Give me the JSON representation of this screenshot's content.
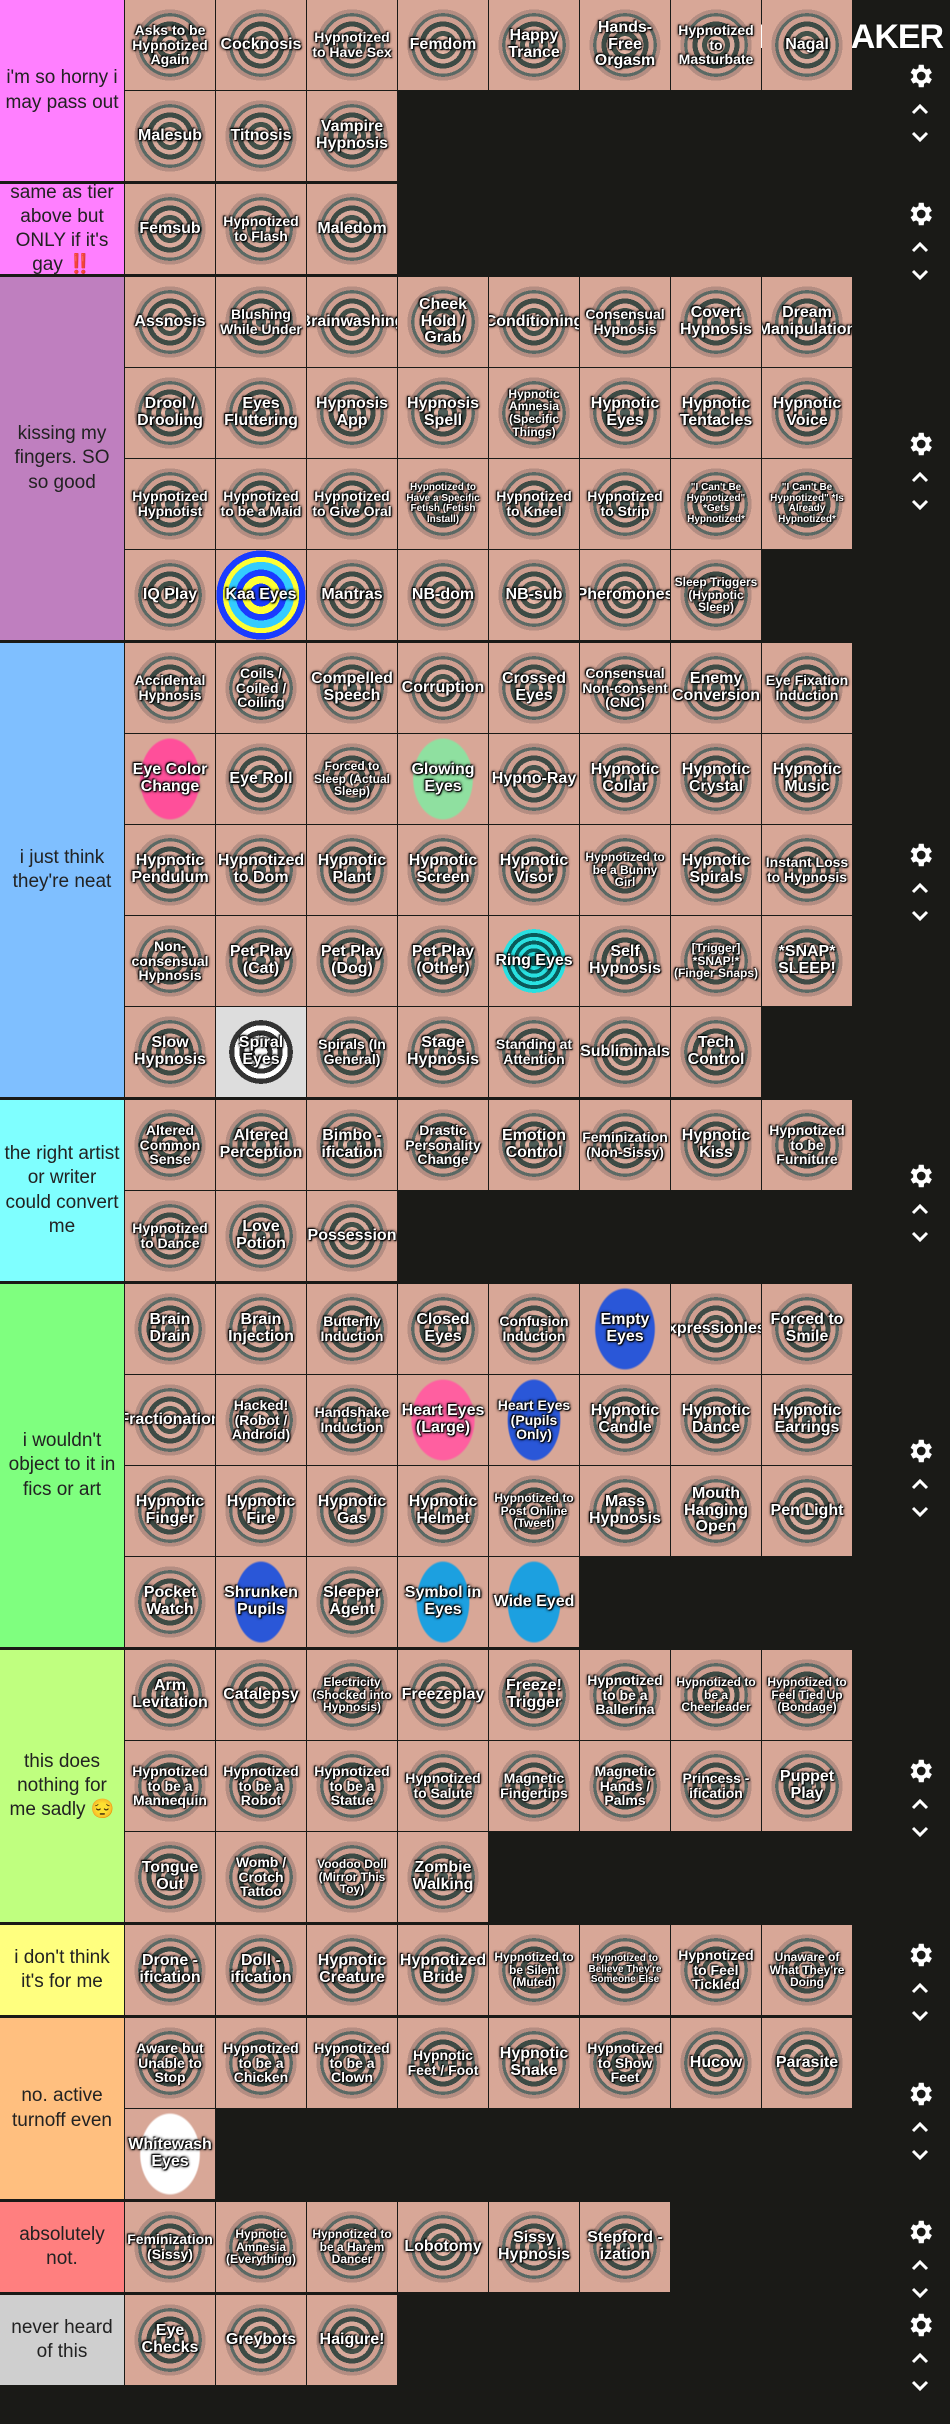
{
  "app": {
    "logo_text": "TIERMAKER"
  },
  "colors": {
    "background": "#1a1a17",
    "icon_white": "#ffffff",
    "tier_colors": [
      "#ff7fff",
      "#ff7fff",
      "#bf7fbf",
      "#7fbfff",
      "#7fffff",
      "#7fff7f",
      "#bfff7f",
      "#ffff7f",
      "#ffbf7f",
      "#ff7f7f",
      "#cfcfcf"
    ]
  },
  "icons": {
    "settings": "gear-icon",
    "move_up": "chevron-up-icon",
    "move_down": "chevron-down-icon"
  },
  "tiers": [
    {
      "label": "i'm so horny i may pass out",
      "color": "#ff7fff",
      "rows": 2,
      "items": [
        "Asks to be Hypnotized Again",
        "Cocknosis",
        "Hypnotized to Have Sex",
        "Femdom",
        "Happy Trance",
        "Hands-Free Orgasm",
        "Hypnotized to Masturbate",
        "Nagal",
        "Malesub",
        "Titnosis",
        "Vampire Hypnosis"
      ]
    },
    {
      "label": "same as tier above but ONLY if it's gay ‼️",
      "color": "#ff7fff",
      "rows": 1,
      "items": [
        "Femsub",
        "Hypnotized to Flash",
        "Maledom"
      ]
    },
    {
      "label": "kissing my fingers. SO so good",
      "color": "#bf7fbf",
      "rows": 4,
      "items": [
        "Assnosis",
        "Blushing While Under",
        "Brainwashing",
        "Cheek Hold / Grab",
        "Conditioning",
        "Consensual Hypnosis",
        "Covert Hypnosis",
        "Dream Manipulation",
        "Drool / Drooling",
        "Eyes Fluttering",
        "Hypnosis App",
        "Hypnosis Spell",
        "Hypnotic Amnesia (Specific Things)",
        "Hypnotic Eyes",
        "Hypnotic Tentacles",
        "Hypnotic Voice",
        "Hypnotized Hypnotist",
        "Hypnotized to be a Maid",
        "Hypnotized to Give Oral",
        "Hypnotized to Have a Specific Fetish (Fetish Install)",
        "Hypnotized to Kneel",
        "Hypnotized to Strip",
        "\"I Can't Be Hypnotized\" *Gets Hypnotized*",
        "\"I Can't Be Hypnotized\" *Is Already Hypnotized*",
        "IQ Play",
        "Kaa Eyes",
        "Mantras",
        "NB-dom",
        "NB-sub",
        "Pheromones",
        "Sleep Triggers (Hypnotic Sleep)"
      ]
    },
    {
      "label": "i just think they're neat",
      "color": "#7fbfff",
      "rows": 5,
      "items": [
        "Accidental Hypnosis",
        "Coils / Coiled / Coiling",
        "Compelled Speech",
        "Corruption",
        "Crossed Eyes",
        "Consensual Non-consent (CNC)",
        "Enemy Conversion",
        "Eye Fixation Induction",
        "Eye Color Change",
        "Eye Roll",
        "Forced to Sleep (Actual Sleep)",
        "Glowing Eyes",
        "Hypno-Ray",
        "Hypnotic Collar",
        "Hypnotic Crystal",
        "Hypnotic Music",
        "Hypnotic Pendulum",
        "Hypnotized to Dom",
        "Hypnotic Plant",
        "Hypnotic Screen",
        "Hypnotic Visor",
        "Hypnotized to be a Bunny Girl",
        "Hypnotic Spirals",
        "Instant Loss to Hypnosis",
        "Non-consensual Hypnosis",
        "Pet Play (Cat)",
        "Pet Play (Dog)",
        "Pet Play (Other)",
        "Ring Eyes",
        "Self Hypnosis",
        "[Trigger] *SNAP!* (Finger Snaps)",
        "*SNAP* SLEEP!",
        "Slow Hypnosis",
        "Spiral Eyes",
        "Spirals (In General)",
        "Stage Hypnosis",
        "Standing at Attention",
        "Subliminals",
        "Tech Control"
      ]
    },
    {
      "label": "the right artist or writer could convert me",
      "color": "#7fffff",
      "rows": 2,
      "items": [
        "Altered Common Sense",
        "Altered Perception",
        "Bimbo -ification",
        "Drastic Personality Change",
        "Emotion Control",
        "Feminization (Non-Sissy)",
        "Hypnotic Kiss",
        "Hypnotized to be Furniture",
        "Hypnotized to Dance",
        "Love Potion",
        "Possession"
      ]
    },
    {
      "label": "i wouldn't object to it in fics or art",
      "color": "#7fff7f",
      "rows": 4,
      "items": [
        "Brain Drain",
        "Brain Injection",
        "Butterfly Induction",
        "Closed Eyes",
        "Confusion Induction",
        "Empty Eyes",
        "Expressionless",
        "Forced to Smile",
        "Fractionation",
        "Hacked! (Robot / Android)",
        "Handshake Induction",
        "Heart Eyes (Large)",
        "Heart Eyes (Pupils Only)",
        "Hypnotic Candle",
        "Hypnotic Dance",
        "Hypnotic Earrings",
        "Hypnotic Finger",
        "Hypnotic Fire",
        "Hypnotic Gas",
        "Hypnotic Helmet",
        "Hypnotized to Post Online (Tweet)",
        "Mass Hypnosis",
        "Mouth Hanging Open",
        "Pen Light",
        "Pocket Watch",
        "Shrunken Pupils",
        "Sleeper Agent",
        "Symbol in Eyes",
        "Wide Eyed"
      ]
    },
    {
      "label": "this does nothing for me sadly 😔",
      "color": "#bfff7f",
      "rows": 3,
      "items": [
        "Arm Levitation",
        "Catalepsy",
        "Electricity (Shocked into Hypnosis)",
        "Freezeplay",
        "Freeze! Trigger",
        "Hypnotized to be a Ballerina",
        "Hypnotized to be a Cheerleader",
        "Hypnotized to Feel Tied Up (Bondage)",
        "Hypnotized to be a Mannequin",
        "Hypnotized to be a Robot",
        "Hypnotized to be a Statue",
        "Hypnotized to Salute",
        "Magnetic Fingertips",
        "Magnetic Hands / Palms",
        "Princess -ification",
        "Puppet Play",
        "Tongue Out",
        "Womb / Crotch Tattoo",
        "Voodoo Doll (Mirror This Toy)",
        "Zombie Walking"
      ]
    },
    {
      "label": "i don't think it's for me",
      "color": "#ffff7f",
      "rows": 1,
      "items": [
        "Drone -ification",
        "Doll -ification",
        "Hypnotic Creature",
        "Hypnotized Bride",
        "Hypnotized to be Silent (Muted)",
        "Hypnotized to Believe They're Someone Else",
        "Hypnotized to Feel Tickled",
        "Unaware of What They're Doing"
      ]
    },
    {
      "label": "no. active turnoff even",
      "color": "#ffbf7f",
      "rows": 2,
      "items": [
        "Aware but Unable to Stop",
        "Hypnotized to be a Chicken",
        "Hypnotized to be a Clown",
        "Hypnotic Feet / Foot",
        "Hypnotic Snake",
        "Hypnotized to Show Feet",
        "Hucow",
        "Parasite",
        "Whitewash Eyes"
      ]
    },
    {
      "label": "absolutely not.",
      "color": "#ff7f7f",
      "rows": 1,
      "items": [
        "Feminization (Sissy)",
        "Hypnotic Amnesia (Everything)",
        "Hypnotized to be a Harem Dancer",
        "Lobotomy",
        "Sissy Hypnosis",
        "Stepford -ization"
      ]
    },
    {
      "label": "never heard of this",
      "color": "#cfcfcf",
      "rows": 1,
      "items": [
        "Eye Checks",
        "Greybots",
        "Haigure!"
      ]
    }
  ]
}
